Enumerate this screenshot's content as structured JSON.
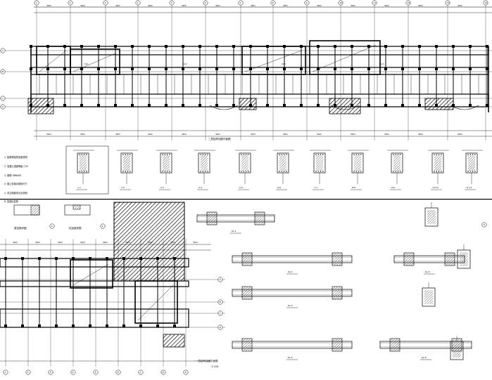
{
  "sheet": {
    "notes_upper_left": [
      "1. 建筑物结构加固说明",
      "2. 混凝土强度等级 C30",
      "3. 钢筋 HRB400",
      "4. 施工前核对现场尺寸",
      "5. 未注明者详见总说明",
      "6. 加固后复核"
    ],
    "upper_plan_title": "二层结构加固平面图",
    "lower_plan_title": "一层结构加固平面图",
    "lower_plan_scale": "1:100",
    "detail_titles": [
      "梁加固详图",
      "柱加固详图"
    ],
    "grid_numbers_top": [
      "1",
      "2",
      "3",
      "4",
      "5",
      "6",
      "7",
      "8",
      "9",
      "10",
      "11",
      "12",
      "13",
      "14",
      "15",
      "16",
      "17"
    ],
    "grid_letters_side": [
      "A",
      "B",
      "C",
      "D"
    ],
    "section_labels": [
      "1-1",
      "2-2",
      "3-3",
      "4-4",
      "5-5",
      "6-6",
      "7-7",
      "8-8",
      "9-9",
      "10-10",
      "11-11",
      "12-12"
    ],
    "beam_labels": [
      "KL-1",
      "KL-2",
      "KL-3",
      "KL-4",
      "KL-5",
      "KL-6"
    ],
    "colors": {
      "ink": "#000000",
      "paper": "#ffffff",
      "hatch": "#000000"
    }
  }
}
